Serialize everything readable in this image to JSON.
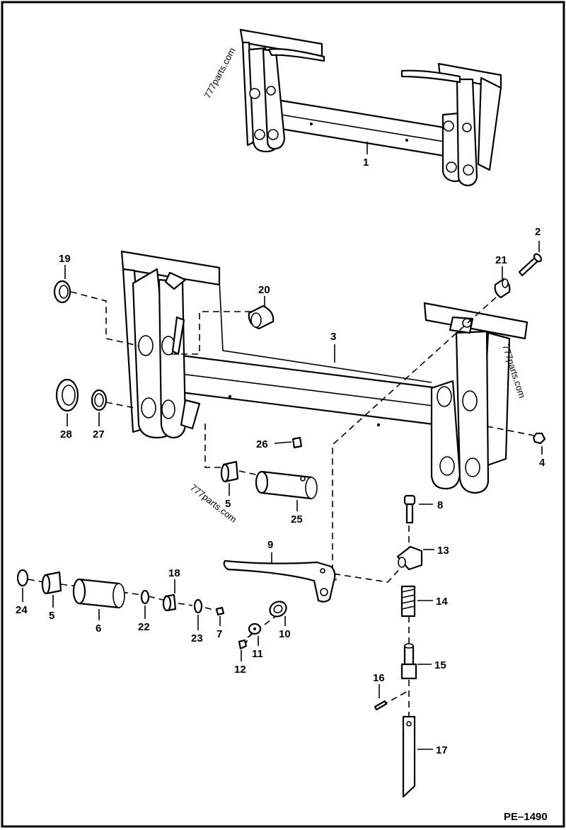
{
  "diagram": {
    "code": "PE–1490",
    "watermarks": [
      "777parts.com",
      "777parts.com",
      "777parts.com"
    ],
    "callouts": [
      {
        "id": "c1",
        "label": "1"
      },
      {
        "id": "c2",
        "label": "2"
      },
      {
        "id": "c3",
        "label": "3"
      },
      {
        "id": "c4",
        "label": "4"
      },
      {
        "id": "c5a",
        "label": "5"
      },
      {
        "id": "c5b",
        "label": "5"
      },
      {
        "id": "c6",
        "label": "6"
      },
      {
        "id": "c7",
        "label": "7"
      },
      {
        "id": "c8",
        "label": "8"
      },
      {
        "id": "c9",
        "label": "9"
      },
      {
        "id": "c10",
        "label": "10"
      },
      {
        "id": "c11",
        "label": "11"
      },
      {
        "id": "c12",
        "label": "12"
      },
      {
        "id": "c13",
        "label": "13"
      },
      {
        "id": "c14",
        "label": "14"
      },
      {
        "id": "c15",
        "label": "15"
      },
      {
        "id": "c16",
        "label": "16"
      },
      {
        "id": "c17",
        "label": "17"
      },
      {
        "id": "c18",
        "label": "18"
      },
      {
        "id": "c19",
        "label": "19"
      },
      {
        "id": "c20",
        "label": "20"
      },
      {
        "id": "c21",
        "label": "21"
      },
      {
        "id": "c22",
        "label": "22"
      },
      {
        "id": "c23",
        "label": "23"
      },
      {
        "id": "c24",
        "label": "24"
      },
      {
        "id": "c25",
        "label": "25"
      },
      {
        "id": "c26",
        "label": "26"
      },
      {
        "id": "c27",
        "label": "27"
      },
      {
        "id": "c28",
        "label": "28"
      }
    ]
  }
}
